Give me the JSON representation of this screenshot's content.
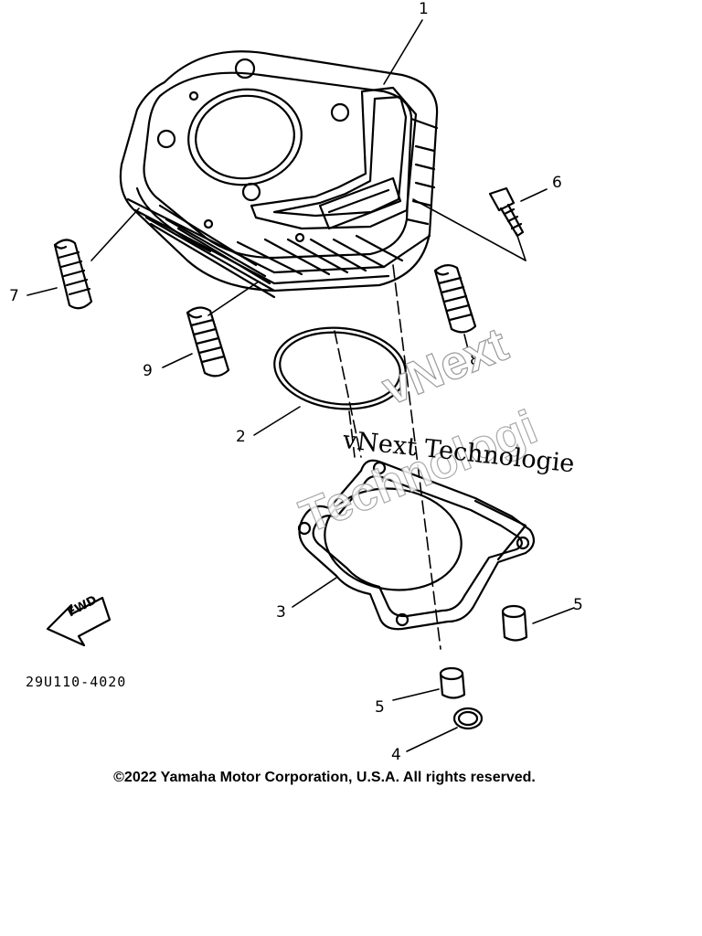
{
  "callouts": {
    "c1": "1",
    "c2": "2",
    "c3": "3",
    "c4": "4",
    "c5a": "5",
    "c5b": "5",
    "c6": "6",
    "c7": "7",
    "c8": "8",
    "c9": "9"
  },
  "direction_label": "FWD",
  "part_number": "29U110-4020",
  "watermark": {
    "line_a": "vNext Technologie",
    "line_b": "vNext",
    "line_c": "Technologi"
  },
  "copyright": "©2022 Yamaha Motor Corporation, U.S.A. All rights reserved."
}
